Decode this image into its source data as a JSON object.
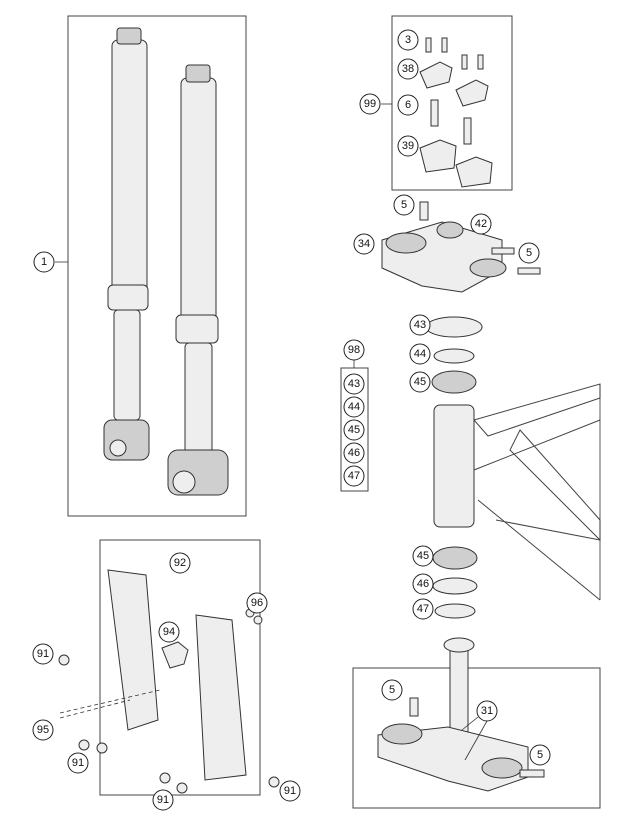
{
  "callouts": {
    "fork_assembly": "1",
    "screw_small": "3",
    "clamp_lower": "38",
    "bar_mount_kit": "99",
    "bar_mount_bolt": "6",
    "clamp_upper": "39",
    "bolt_top_left": "5",
    "stem_nut": "42",
    "upper_triple_clamp": "34",
    "bolt_top_right": "5",
    "dust_cover": "43",
    "seal_ring_upper": "44",
    "bearing_upper": "45",
    "steering_head_kit": "98",
    "kit_43": "43",
    "kit_44": "44",
    "kit_45": "45",
    "kit_46": "46",
    "kit_47": "47",
    "bearing_lower": "45",
    "seal_lower": "46",
    "ring_lower": "47",
    "fork_protector": "92",
    "nut_96": "96",
    "bracket_94": "94",
    "screw_91_a": "91",
    "screw_95": "95",
    "screw_91_b": "91",
    "screw_91_c": "91",
    "screw_91_d": "91",
    "bolt_bottom_left": "5",
    "lower_triple_clamp": "31",
    "bolt_bottom_right": "5"
  }
}
